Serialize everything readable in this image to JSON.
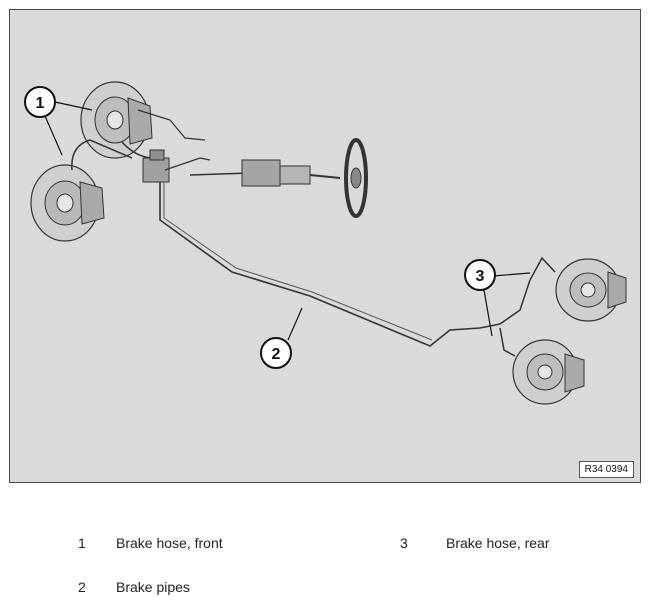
{
  "figure": {
    "callouts": [
      {
        "id": "1",
        "label": "1"
      },
      {
        "id": "2",
        "label": "2"
      },
      {
        "id": "3",
        "label": "3"
      }
    ],
    "reference_code": "R34 0394",
    "background_color": "#dadada",
    "line_color": "#222222"
  },
  "legend": {
    "items": [
      {
        "number": "1",
        "text": "Brake hose, front"
      },
      {
        "number": "3",
        "text": "Brake hose, rear"
      },
      {
        "number": "2",
        "text": "Brake pipes"
      }
    ]
  }
}
